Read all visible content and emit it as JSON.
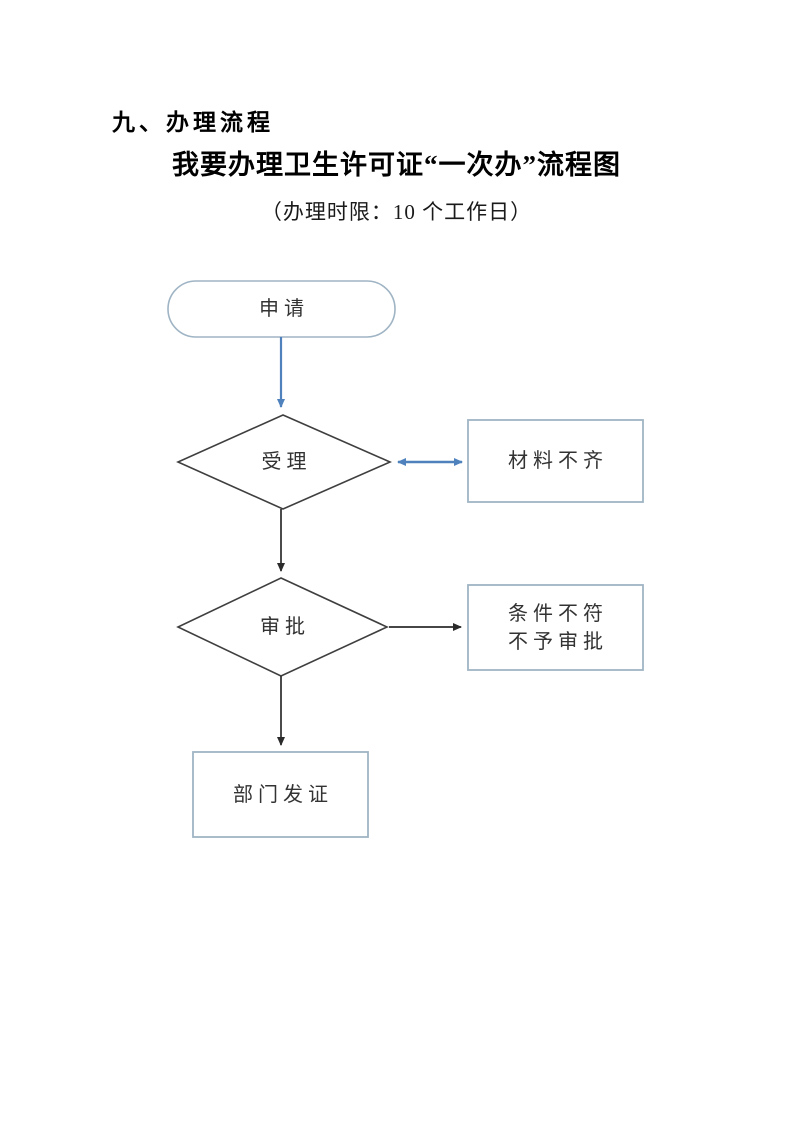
{
  "document": {
    "section_heading": "九、办理流程",
    "title": "我要办理卫生许可证“一次办”流程图",
    "subtitle": "（办理时限：10 个工作日）"
  },
  "flowchart": {
    "nodes": {
      "apply": {
        "type": "terminator",
        "label": "申请"
      },
      "accept": {
        "type": "decision",
        "label": "受理"
      },
      "materials_incomplete": {
        "type": "process",
        "label": "材料不齐"
      },
      "approval": {
        "type": "decision",
        "label": "审批"
      },
      "conditions_not_met": {
        "type": "process",
        "line1": "条件不符",
        "line2": "不予审批"
      },
      "issue_certificate": {
        "type": "process",
        "label": "部门发证"
      }
    },
    "edges": [
      {
        "from": "apply",
        "to": "accept",
        "style": "blue",
        "direction": "one-way"
      },
      {
        "from": "accept",
        "to": "materials_incomplete",
        "style": "blue",
        "direction": "two-way"
      },
      {
        "from": "accept",
        "to": "approval",
        "style": "black",
        "direction": "one-way"
      },
      {
        "from": "approval",
        "to": "conditions_not_met",
        "style": "black",
        "direction": "one-way"
      },
      {
        "from": "approval",
        "to": "issue_certificate",
        "style": "black",
        "direction": "one-way"
      }
    ],
    "colors": {
      "light_border": "#9fb4c4",
      "dark_border": "#3f3f3f",
      "blue_arrow": "#4f81bd",
      "black_arrow": "#2b2b2b",
      "fill": "#ffffff"
    }
  }
}
